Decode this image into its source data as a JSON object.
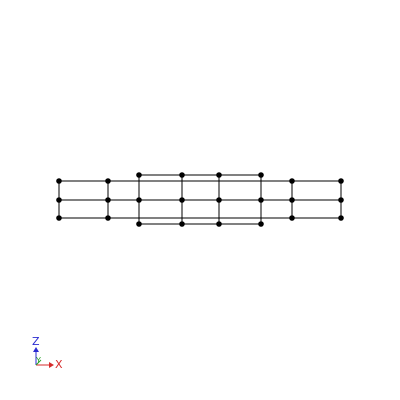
{
  "scene": {
    "background_color": "#ffffff",
    "wire_color": "#000000",
    "node_color": "#000000"
  },
  "triad": {
    "z_label": "Z",
    "y_label": "Y",
    "x_label": "X",
    "z_color": "#2b2bd1",
    "y_color": "#2aa52a",
    "x_color": "#d62b2b"
  }
}
